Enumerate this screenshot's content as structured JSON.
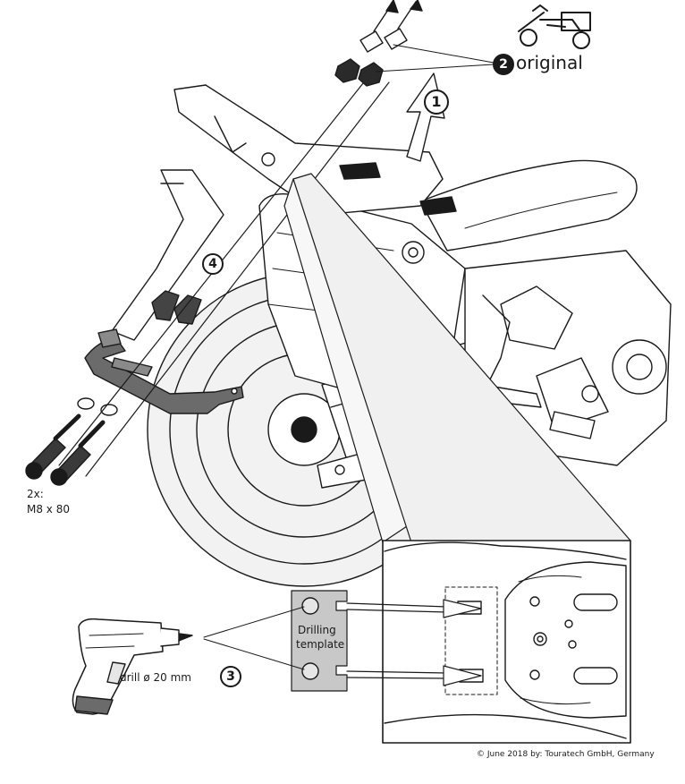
{
  "labels": {
    "original": "original",
    "step1": "1",
    "step2": "2",
    "step3": "3",
    "step4": "4",
    "bolt_qty": "2x:",
    "bolt_size": "M8 x 80",
    "template_line1": "Drilling",
    "template_line2": "template",
    "drill": "drill ø 20 mm",
    "copyright": "© June 2018 by: Touratech GmbH, Germany"
  },
  "colors": {
    "line": "#1a1a1a",
    "part_fill": "#6b6b6b",
    "template_fill": "#c8c8c8",
    "light_fill": "#e6e6e6"
  }
}
